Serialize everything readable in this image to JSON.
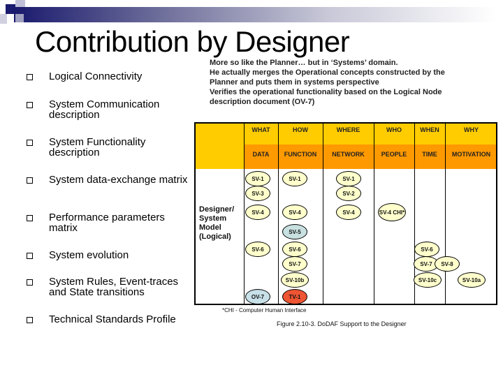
{
  "title": "Contribution by Designer",
  "bullets": [
    "Logical Connectivity",
    "System Communication description",
    "System Functionality description",
    "System data-exchange matrix",
    "Performance parameters matrix",
    "System evolution",
    "System Rules, Event-traces and State transitions",
    "Technical Standards Profile"
  ],
  "note": [
    "More so like the Planner… but in ‘Systems’ domain.",
    "He actually merges the Operational concepts constructed by the Planner and puts them in systems perspective",
    "Verifies the operational functionality based on the Logical Node description document (OV-7)"
  ],
  "figure": {
    "headers_top": [
      "WHAT",
      "HOW",
      "WHERE",
      "WHO",
      "WHEN",
      "WHY"
    ],
    "headers_bottom": [
      "DATA",
      "FUNCTION",
      "NETWORK",
      "PEOPLE",
      "TIME",
      "MOTIVATION"
    ],
    "row_label": "Designer/ System Model (Logical)",
    "products": [
      {
        "label": "SV-1",
        "column": "WHAT",
        "color": "#ffffcc"
      },
      {
        "label": "SV-3",
        "column": "WHAT",
        "color": "#ffffcc"
      },
      {
        "label": "SV-4",
        "column": "WHAT",
        "color": "#ffffcc"
      },
      {
        "label": "SV-6",
        "column": "WHAT",
        "color": "#ffffcc"
      },
      {
        "label": "OV-7",
        "column": "WHAT",
        "color": "#c8e0e8"
      },
      {
        "label": "SV-1",
        "column": "HOW",
        "color": "#ffffcc"
      },
      {
        "label": "SV-4",
        "column": "HOW",
        "color": "#ffffcc"
      },
      {
        "label": "SV-5",
        "column": "HOW",
        "color": "#c8e0e0"
      },
      {
        "label": "SV-6",
        "column": "HOW",
        "color": "#ffffcc"
      },
      {
        "label": "SV-7",
        "column": "HOW",
        "color": "#ffffcc"
      },
      {
        "label": "SV-10b",
        "column": "HOW",
        "color": "#ffffcc"
      },
      {
        "label": "TV-1",
        "column": "HOW",
        "color": "#ee5533"
      },
      {
        "label": "SV-1",
        "column": "WHERE",
        "color": "#ffffcc"
      },
      {
        "label": "SV-2",
        "column": "WHERE",
        "color": "#ffffcc"
      },
      {
        "label": "SV-4",
        "column": "WHERE",
        "color": "#ffffcc"
      },
      {
        "label": "SV-4 CHI*",
        "column": "WHO",
        "color": "#ffffcc"
      },
      {
        "label": "SV-6",
        "column": "WHEN",
        "color": "#ffffcc"
      },
      {
        "label": "SV-7",
        "column": "WHEN",
        "color": "#ffffcc"
      },
      {
        "label": "SV-8",
        "column": "WHEN",
        "color": "#ffffcc"
      },
      {
        "label": "SV-10c",
        "column": "WHEN",
        "color": "#ffffcc"
      },
      {
        "label": "SV-10a",
        "column": "WHY",
        "color": "#ffffcc"
      }
    ],
    "footnote": "*CHI - Computer Human Interface",
    "caption": "Figure 2.10-3.  DoDAF Support to the Designer"
  }
}
